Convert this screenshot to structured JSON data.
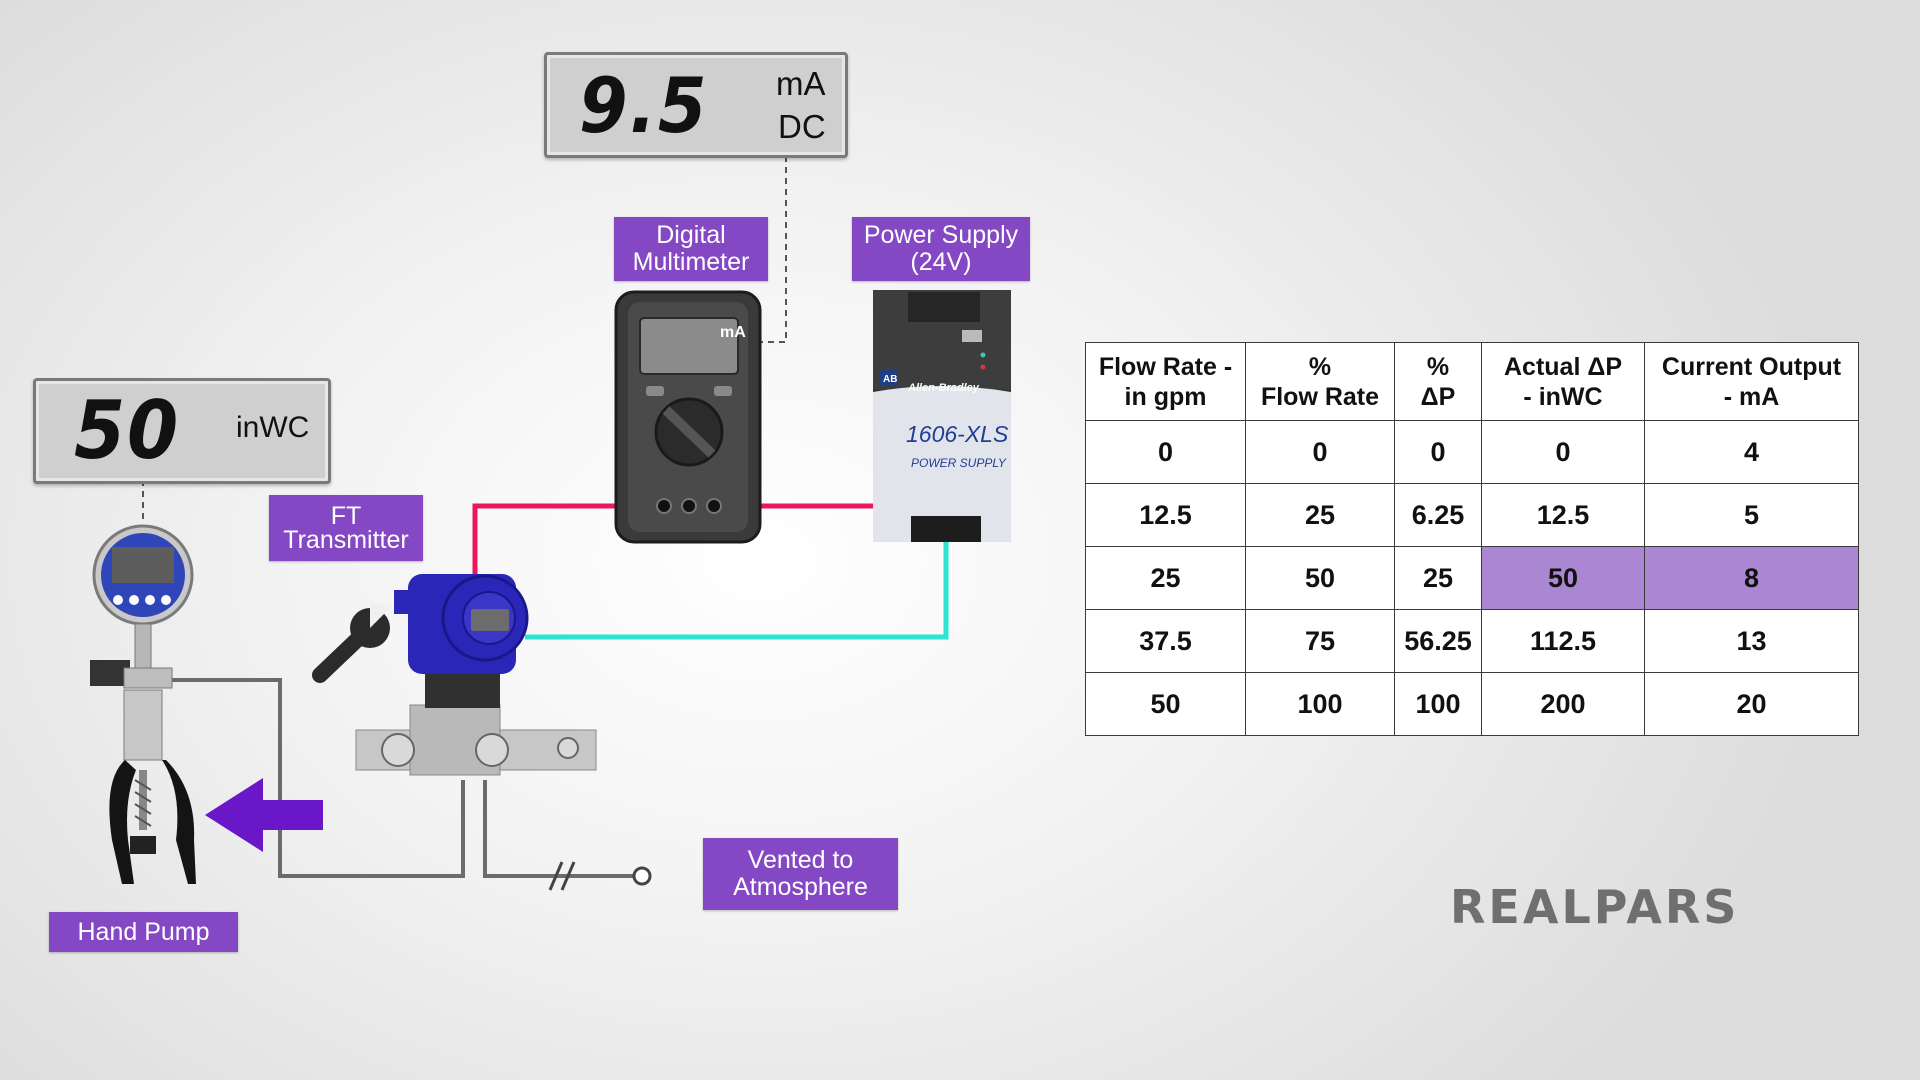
{
  "meter_display": {
    "value": "9.5",
    "unit_line1": "mA",
    "unit_line2": "DC"
  },
  "pressure_display": {
    "value": "50",
    "unit": "inWC"
  },
  "labels": {
    "multimeter": [
      "Digital",
      "Multimeter"
    ],
    "power_supply": [
      "Power Supply",
      "(24V)"
    ],
    "transmitter": [
      "FT",
      "Transmitter"
    ],
    "hand_pump": "Hand Pump",
    "vent": [
      "Vented to",
      "Atmosphere"
    ]
  },
  "multimeter_face": {
    "unit": "mA"
  },
  "power_supply_face": {
    "brand_badge": "AB",
    "brand": "Allen-Bradley",
    "model": "1606-XLS",
    "type": "POWER SUPPLY"
  },
  "table": {
    "headers": [
      [
        "Flow Rate -",
        "in gpm"
      ],
      [
        "%",
        "Flow Rate"
      ],
      [
        "%",
        "ΔP"
      ],
      [
        "Actual  ΔP",
        "- inWC"
      ],
      [
        "Current Output",
        "- mA"
      ]
    ],
    "rows": [
      [
        "0",
        "0",
        "0",
        "0",
        "4"
      ],
      [
        "12.5",
        "25",
        "6.25",
        "12.5",
        "5"
      ],
      [
        "25",
        "50",
        "25",
        "50",
        "8"
      ],
      [
        "37.5",
        "75",
        "56.25",
        "112.5",
        "13"
      ],
      [
        "50",
        "100",
        "100",
        "200",
        "20"
      ]
    ],
    "highlight": {
      "row": 2,
      "columns": [
        3,
        4
      ],
      "color": "#ab87d3"
    }
  },
  "colors": {
    "label_purple": "#8448c4",
    "wire_red": "#e8185a",
    "wire_cyan": "#2ee3d0",
    "arrow_purple": "#6a16c9",
    "transmitter_blue": "#2a27b8"
  },
  "logo": "REALPARS"
}
